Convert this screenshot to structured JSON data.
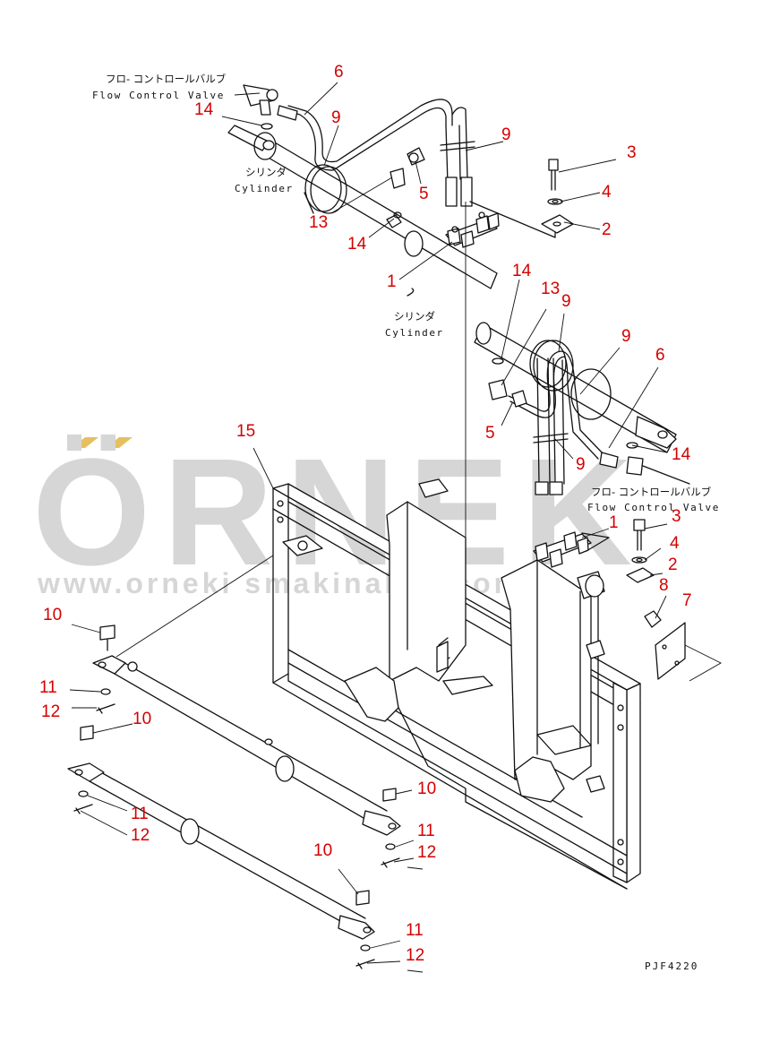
{
  "drawing_code": "PJF4220",
  "watermark": {
    "logo_text": "ÖRNEK",
    "url": "www.orneki smakinalari.com.tr",
    "color": "#d6d6d6",
    "accent": "#e6c060"
  },
  "captions": {
    "valve_top_jp": "フロ- コントロールバルブ",
    "valve_top_en": "Flow Control Valve",
    "cyl_top_jp": "シリンダ",
    "cyl_top_en": "Cylinder",
    "cyl_mid_jp": "シリンダ",
    "cyl_mid_en": "Cylinder",
    "valve_right_jp": "フロ- コントロールバルブ",
    "valve_right_en": "Flow Control Valve"
  },
  "callout_color": "#d50000",
  "callouts": [
    {
      "id": "c6a",
      "text": "6"
    },
    {
      "id": "c14a",
      "text": "14"
    },
    {
      "id": "c9a",
      "text": "9"
    },
    {
      "id": "c9b",
      "text": "9"
    },
    {
      "id": "c3a",
      "text": "3"
    },
    {
      "id": "c4a",
      "text": "4"
    },
    {
      "id": "c2a",
      "text": "2"
    },
    {
      "id": "c5a",
      "text": "5"
    },
    {
      "id": "c13a",
      "text": "13"
    },
    {
      "id": "c14b",
      "text": "14"
    },
    {
      "id": "c1a",
      "text": "1"
    },
    {
      "id": "c14c",
      "text": "14"
    },
    {
      "id": "c13b",
      "text": "13"
    },
    {
      "id": "c9c",
      "text": "9"
    },
    {
      "id": "c9d",
      "text": "9"
    },
    {
      "id": "c6b",
      "text": "6"
    },
    {
      "id": "c14d",
      "text": "14"
    },
    {
      "id": "c5b",
      "text": "5"
    },
    {
      "id": "c9e",
      "text": "9"
    },
    {
      "id": "c15",
      "text": "15"
    },
    {
      "id": "c1b",
      "text": "1"
    },
    {
      "id": "c3b",
      "text": "3"
    },
    {
      "id": "c4b",
      "text": "4"
    },
    {
      "id": "c2b",
      "text": "2"
    },
    {
      "id": "c8",
      "text": "8"
    },
    {
      "id": "c7",
      "text": "7"
    },
    {
      "id": "c10a",
      "text": "10"
    },
    {
      "id": "c11a",
      "text": "11"
    },
    {
      "id": "c12a",
      "text": "12"
    },
    {
      "id": "c10b",
      "text": "10"
    },
    {
      "id": "c10c",
      "text": "10"
    },
    {
      "id": "c11b",
      "text": "11"
    },
    {
      "id": "c12b",
      "text": "12"
    },
    {
      "id": "c11c",
      "text": "11"
    },
    {
      "id": "c12c",
      "text": "12"
    },
    {
      "id": "c10d",
      "text": "10"
    },
    {
      "id": "c11d",
      "text": "11"
    },
    {
      "id": "c12d",
      "text": "12"
    }
  ]
}
